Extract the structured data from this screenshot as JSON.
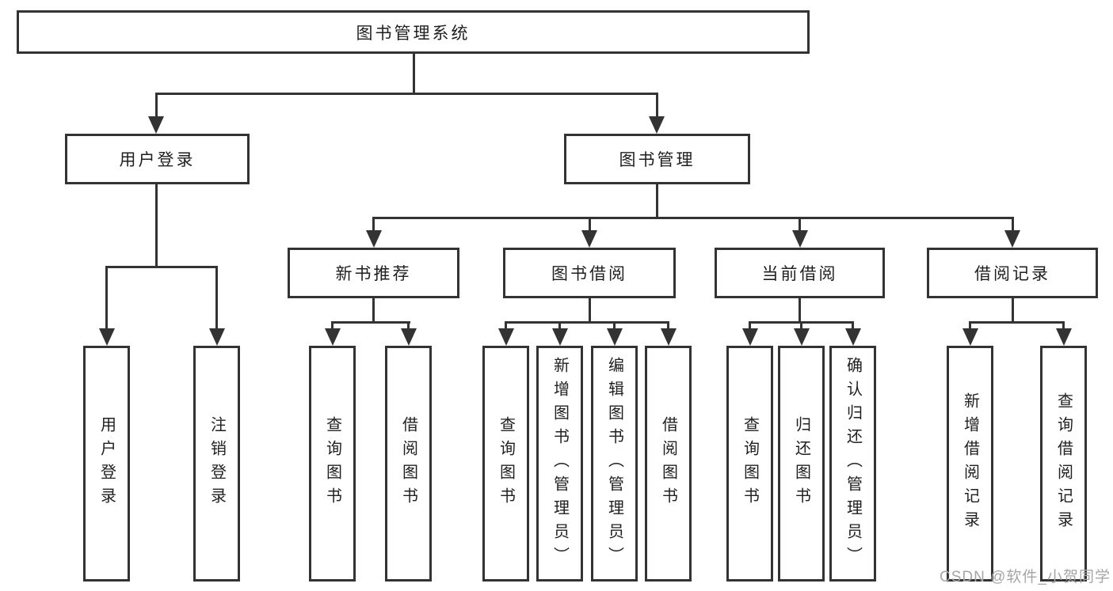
{
  "root": {
    "label": "图书管理系统"
  },
  "branches": [
    {
      "label": "用户登录",
      "children": [
        "用户登录",
        "注销登录"
      ]
    },
    {
      "label": "图书管理",
      "sections": [
        {
          "label": "新书推荐",
          "children": [
            "查询图书",
            "借阅图书"
          ]
        },
        {
          "label": "图书借阅",
          "children": [
            "查询图书",
            "新增图书（管理员）",
            "编辑图书（管理员）",
            "借阅图书"
          ]
        },
        {
          "label": "当前借阅",
          "children": [
            "查询图书",
            "归还图书",
            "确认归还（管理员）"
          ]
        },
        {
          "label": "借阅记录",
          "children": [
            "新增借阅记录",
            "查询借阅记录"
          ]
        }
      ]
    }
  ],
  "watermark": {
    "text": "CSDN @软件_小贺同学"
  },
  "colors": {
    "line": "#333333",
    "text": "#1f1f1f",
    "watermark": "#a6a6a6",
    "background": "#ffffff"
  }
}
